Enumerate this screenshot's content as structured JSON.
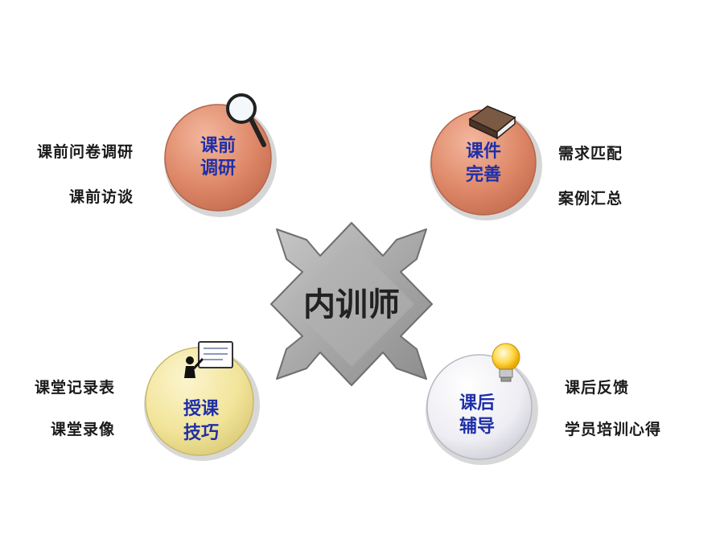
{
  "center": {
    "label": "内训师"
  },
  "nodes": [
    {
      "id": "pre-research",
      "line1": "课前",
      "line2": "调研",
      "icon": "magnifier-icon",
      "fill": "#e08a6b",
      "items": [
        "课前问卷调研",
        "课前访谈"
      ]
    },
    {
      "id": "courseware",
      "line1": "课件",
      "line2": "完善",
      "icon": "book-icon",
      "fill": "#e08a6b",
      "items": [
        "需求匹配",
        "案例汇总"
      ]
    },
    {
      "id": "teaching",
      "line1": "授课",
      "line2": "技巧",
      "icon": "presenter-icon",
      "fill": "#f3e7a3",
      "items": [
        "课堂记录表",
        "课堂录像"
      ]
    },
    {
      "id": "coaching",
      "line1": "课后",
      "line2": "辅导",
      "icon": "lightbulb-icon",
      "fill": "#ececf2",
      "items": [
        "课后反馈",
        "学员培训心得"
      ]
    }
  ],
  "colors": {
    "node_text": "#1f2fa8",
    "arrow_fill": "#a9a9a9",
    "arrow_stroke": "#6f6f6f"
  }
}
